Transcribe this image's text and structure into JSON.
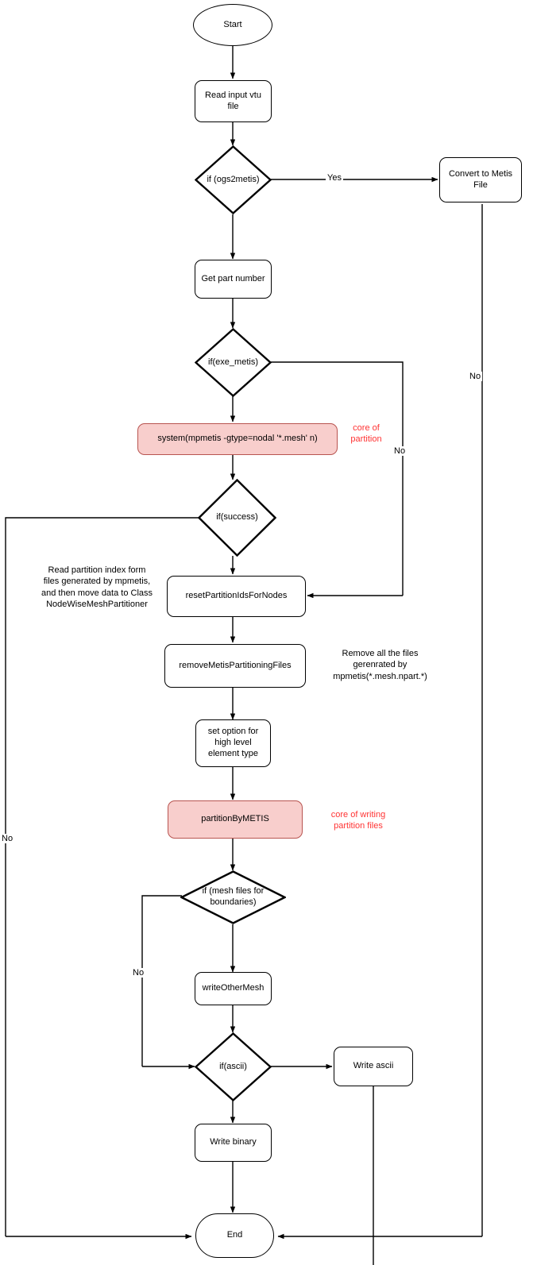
{
  "diagram": {
    "type": "flowchart",
    "title": "Mesh partitioning tool flowchart",
    "colors": {
      "highlight_fill": "#f8cecc",
      "highlight_border": "#b85450",
      "note_red": "#ff3333",
      "line": "#000000",
      "background": "#ffffff"
    },
    "nodes": {
      "start": {
        "label": "Start",
        "shape": "terminal"
      },
      "read_input": {
        "label": "Read input vtu\nfile",
        "shape": "process"
      },
      "if_ogs2metis": {
        "label": "if (ogs2metis)",
        "shape": "decision"
      },
      "convert_metis": {
        "label": "Convert to Metis\nFile",
        "shape": "process"
      },
      "get_part_number": {
        "label": "Get part number",
        "shape": "process"
      },
      "if_exe_metis": {
        "label": "if(exe_metis)",
        "shape": "decision"
      },
      "system_mpmetis": {
        "label": "system(mpmetis -gtype=nodal '*.mesh' n)",
        "shape": "process-highlight"
      },
      "if_success": {
        "label": "if(success)",
        "shape": "decision"
      },
      "reset_partition": {
        "label": "resetPartitionIdsForNodes",
        "shape": "process"
      },
      "remove_metis_files": {
        "label": "removeMetisPartitioningFiles",
        "shape": "process"
      },
      "set_option": {
        "label": "set option for\nhigh level\nelement type",
        "shape": "process"
      },
      "partition_by_metis": {
        "label": "partitionByMETIS",
        "shape": "process-highlight"
      },
      "if_mesh_files": {
        "label": "if (mesh files for\nboundaries)",
        "shape": "decision"
      },
      "write_other_mesh": {
        "label": "writeOtherMesh",
        "shape": "process"
      },
      "if_ascii": {
        "label": "if(ascii)",
        "shape": "decision"
      },
      "write_ascii": {
        "label": "Write ascii",
        "shape": "process"
      },
      "write_binary": {
        "label": "Write binary",
        "shape": "process"
      },
      "end": {
        "label": "End",
        "shape": "terminal"
      }
    },
    "edge_labels": {
      "ogs2metis_yes": "Yes",
      "ogs2metis_no": "No",
      "exe_metis_no": "No",
      "success_no": "No",
      "mesh_files_no": "No"
    },
    "notes": {
      "core_of_partition": "core of\npartition",
      "read_partition_index": "Read partition index form\nfiles generated by mpmetis,\nand then move data to Class\nNodeWiseMeshPartitioner",
      "remove_all_files": "Remove all the files\ngerenrated by\nmpmetis(*.mesh.npart.*)",
      "core_of_writing": "core of writing\npartition files"
    }
  }
}
